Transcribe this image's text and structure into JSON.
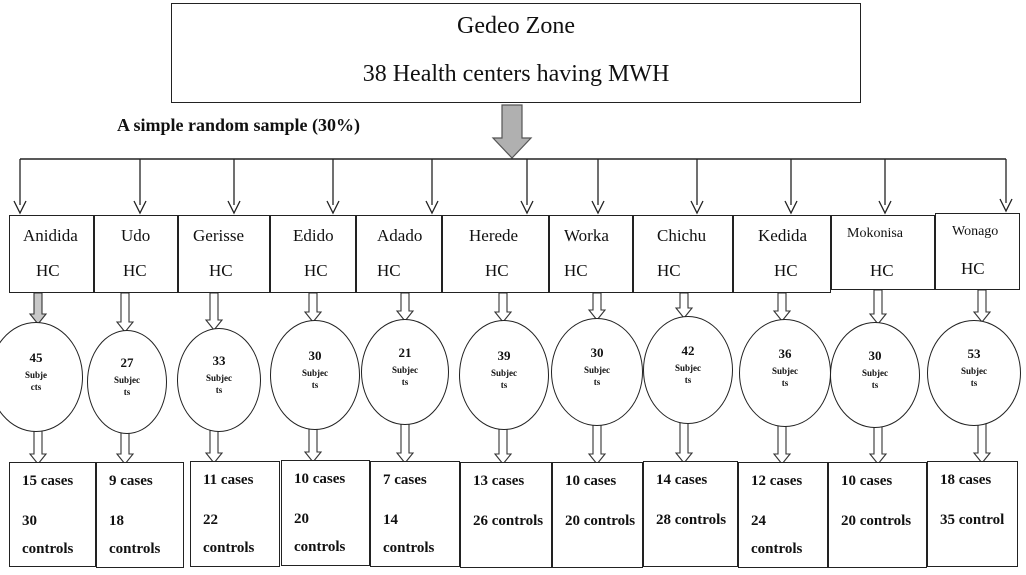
{
  "top": {
    "title": "Gedeo Zone",
    "subtitle": "38 Health centers having MWH"
  },
  "sample_label": "A simple random sample (30%)",
  "centers": [
    {
      "name": "Anidida",
      "hc": "HC",
      "count": "45",
      "subjects": "Subje\ncts",
      "cases": "15 cases",
      "controls": "30 controls"
    },
    {
      "name": "Udo",
      "hc": "HC",
      "count": "27",
      "subjects": "Subjec\nts",
      "cases": "9 cases",
      "controls": "18 controls"
    },
    {
      "name": "Gerisse",
      "hc": "HC",
      "count": "33",
      "subjects": "Subjec\nts",
      "cases": "11 cases",
      "controls": "22 controls"
    },
    {
      "name": "Edido",
      "hc": "HC",
      "count": "30",
      "subjects": "Subjec\nts",
      "cases": "10 cases",
      "controls": "20 controls"
    },
    {
      "name": "Adado",
      "hc": "HC",
      "count": "21",
      "subjects": "Subjec\nts",
      "cases": "7 cases",
      "controls": "14 controls"
    },
    {
      "name": "Herede",
      "hc": "HC",
      "count": "39",
      "subjects": "Subjec\nts",
      "cases": "13 cases",
      "controls": "26 controls"
    },
    {
      "name": "Worka",
      "hc": "HC",
      "count": "30",
      "subjects": "Subjec\nts",
      "cases": "10 cases",
      "controls": "20 controls"
    },
    {
      "name": "Chichu",
      "hc": "HC",
      "count": "42",
      "subjects": "Subjec\nts",
      "cases": "14 cases",
      "controls": "28 controls"
    },
    {
      "name": "Kedida",
      "hc": "HC",
      "count": "36",
      "subjects": "Subjec\nts",
      "cases": "12 cases",
      "controls": "24 controls"
    },
    {
      "name": "Mokonisa",
      "hc": "HC",
      "count": "30",
      "subjects": "Subjec\nts",
      "cases": "10 cases",
      "controls": "20 controls"
    },
    {
      "name": "Wonago",
      "hc": "HC",
      "count": "53",
      "subjects": "Subjec\nts",
      "cases": "18 cases",
      "controls": "35 control"
    }
  ]
}
